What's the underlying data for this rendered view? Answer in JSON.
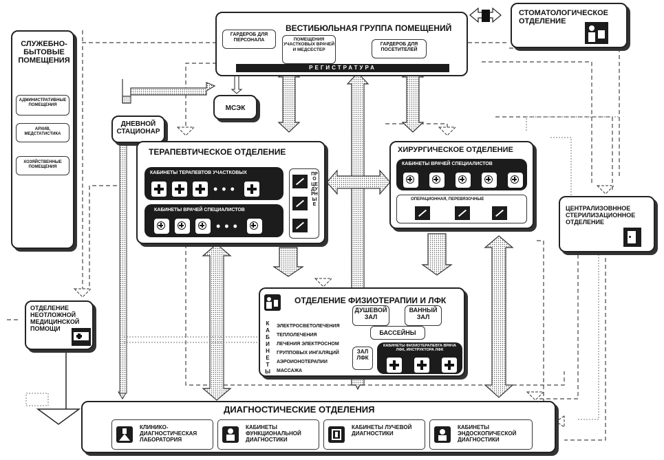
{
  "vestibule": {
    "title": "ВЕСТИБЮЛЬНАЯ ГРУППА ПОМЕЩЕНИЙ",
    "staff_wardrobe": "ГАРДЕРОБ ДЛЯ ПЕРСОНАЛА",
    "district_rooms": "ПОМЕЩЕНИЯ УЧАСТКОВЫХ ВРАЧЕЙ И МЕДСЕСТЕР",
    "visitor_wardrobe": "ГАРДЕРОБ ДЛЯ ПОСЕТИТЕЛЕЙ",
    "registry": "РЕГИСТРАТУРА"
  },
  "dental": {
    "title": "СТОМАТОЛОГИЧЕСКОЕ ОТДЕЛЕНИЕ"
  },
  "service": {
    "title": "СЛУЖЕБНО-БЫТОВЫЕ ПОМЕЩЕНИЯ",
    "admin": "АДМИНИСТРАТИВНЫЕ ПОМЕЩЕНИЯ",
    "archive": "АРХИВ, МЕДСТАТИСТИКА",
    "household": "ХОЗЯЙСТВЕННЫЕ ПОМЕЩЕНИЯ"
  },
  "msek": "МСЭК",
  "day_hospital": "ДНЕВНОЙ СТАЦИОНАР",
  "therapy": {
    "title": "ТЕРАПЕВТИЧЕСКОЕ ОТДЕЛЕНИЕ",
    "district_cabinets": "КАБИНЕТЫ ТЕРАПЕВТОВ УЧАСТКОВЫХ",
    "specialist_cabinets": "КАБИНЕТЫ ВРАЧЕЙ СПЕЦИАЛИСТОВ",
    "procedure": "ПРОЦЕДУРНЫЕ"
  },
  "surgery": {
    "title": "ХИРУРГИЧЕСКОЕ ОТДЕЛЕНИЕ",
    "specialist_cabinets": "КАБИНЕТЫ ВРАЧЕЙ СПЕЦИАЛИСТОВ",
    "operating": "ОПЕРАЦИОННАЯ, ПЕРЕВЯЗОЧНЫЕ"
  },
  "sterilization": {
    "title": "ЦЕНТРАЛИЗОВННОЕ СТЕРИЛИЗАЦИОННОЕ ОТДЕЛЕНИЕ"
  },
  "emergency": {
    "title": "ОТДЕЛЕНИЕ НЕОТЛОЖНОЙ МЕДИЦИНСКОЙ ПОМОЩИ"
  },
  "physio": {
    "title": "ОТДЕЛЕНИЕ ФИЗИОТЕРАПИИ И ЛФК",
    "cabinets_vertical": "КАБИНЕТЫ",
    "items": [
      "ЭЛЕКТРОСВЕТОЛЕЧЕНИЯ",
      "ТЕПЛОЛЕЧЕНИЯ",
      "ЛЕЧЕНИЯ ЭЛЕКТРОСНОМ",
      "ГРУППОВЫХ ИНГАЛЯЦИЙ",
      "АЭРОИОНОТЕРАПИИ",
      "МАССАЖА"
    ],
    "shower": "ДУШЕВОЙ ЗАЛ",
    "bath": "ВАННЫЙ ЗАЛ",
    "pools": "БАССЕЙНЫ",
    "lfk_hall": "ЗАЛ ЛФК",
    "physio_cabinets": "КАБИНЕТЫ ФИЗИОТЕРАПЕВТА ВРАЧА ЛФК, ИНСТРУКТОРА ЛФК"
  },
  "diagnostic": {
    "title": "ДИАГНОСТИЧЕСКИЕ ОТДЕЛЕНИЯ",
    "items": [
      "КЛИНИКО-ДИАГНОСТИЧЕСКАЯ ЛАБОРАТОРИЯ",
      "КАБИНЕТЫ ФУНКЦИОНАЛЬНОЙ ДИАГНОСТИКИ",
      "КАБИНЕТЫ ЛУЧЕВОЙ ДИАГНОСТИКИ",
      "КАБИНЕТЫ ЭНДОСКОПИЧЕСКОЙ ДИАГНОСТИКИ"
    ]
  },
  "icons": [
    "plus-cross-icon",
    "medical-circle-icon",
    "scalpel-icon",
    "doctor-icon",
    "flask-icon",
    "ambulance-icon",
    "door-icon"
  ]
}
